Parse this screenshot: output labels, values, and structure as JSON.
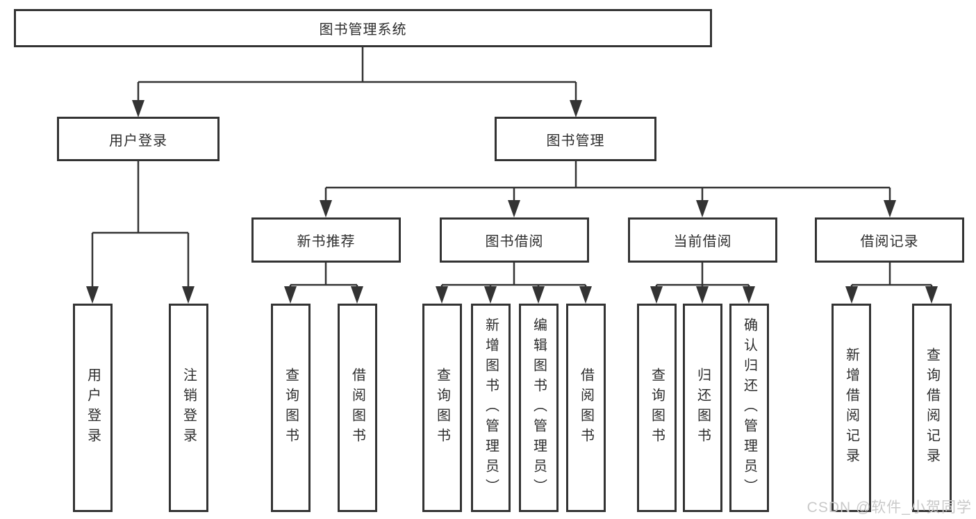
{
  "tree": {
    "root": {
      "label": "图书管理系统"
    },
    "branches": [
      {
        "label": "用户登录",
        "children": [
          {
            "label": "用户登录"
          },
          {
            "label": "注销登录"
          }
        ]
      },
      {
        "label": "图书管理",
        "groups": [
          {
            "label": "新书推荐",
            "children": [
              {
                "label": "查询图书"
              },
              {
                "label": "借阅图书"
              }
            ]
          },
          {
            "label": "图书借阅",
            "children": [
              {
                "label": "查询图书"
              },
              {
                "label": "新增图书（管理员）"
              },
              {
                "label": "编辑图书（管理员）"
              },
              {
                "label": "借阅图书"
              }
            ]
          },
          {
            "label": "当前借阅",
            "children": [
              {
                "label": "查询图书"
              },
              {
                "label": "归还图书"
              },
              {
                "label": "确认归还（管理员）"
              }
            ]
          },
          {
            "label": "借阅记录",
            "children": [
              {
                "label": "新增借阅记录"
              },
              {
                "label": "查询借阅记录"
              }
            ]
          }
        ]
      }
    ]
  },
  "watermark": "CSDN @软件_小贺同学",
  "colors": {
    "line": "#333333",
    "text": "#2d2d2d",
    "watermark": "#c9c9c9",
    "background": "#ffffff"
  }
}
